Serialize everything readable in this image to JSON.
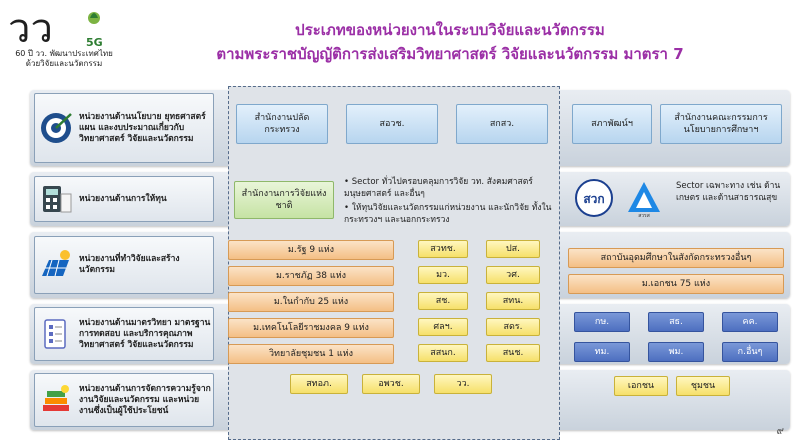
{
  "logo": {
    "mark": "วว",
    "badge": "5G",
    "caption_line1": "60 ปี วว. พัฒนาประเทศไทย",
    "caption_line2": "ด้วยวิจัยและนวัตกรรม"
  },
  "title": {
    "line1": "ประเภทของหน่วยงานในระบบวิจัยและนวัตกรรม",
    "line2": "ตามพระราชบัญญัติการส่งเสริมวิทยาศาสตร์ วิจัยและนวัตกรรม มาตรา 7"
  },
  "categories": [
    {
      "label": "หน่วยงานด้านนโยบาย ยุทธศาสตร์ แผน และงบประมาณเกี่ยวกับวิทยาศาสตร์ วิจัยและนวัตกรรม",
      "icon": "target-icon"
    },
    {
      "label": "หน่วยงานด้านการให้ทุน",
      "icon": "calculator-icon"
    },
    {
      "label": "หน่วยงานที่ทำวิจัยและสร้างนวัตกรรม",
      "icon": "solar-panel-icon"
    },
    {
      "label": "หน่วยงานด้านมาตรวิทยา มาตรฐาน การทดสอบ และบริการคุณภาพวิทยาศาสตร์ วิจัยและนวัตกรรม",
      "icon": "checklist-icon"
    },
    {
      "label": "หน่วยงานด้านการจัดการความรู้จากงานวิจัยและนวัตกรรม และหน่วยงานซึ่งเป็นผู้ใช้ประโยชน์",
      "icon": "books-icon"
    }
  ],
  "policy": {
    "left": [
      "สำนักงานปลัดกระทรวง",
      "สอวช.",
      "สกสว."
    ],
    "right": [
      "สภาพัฒน์ฯ",
      "สำนักงานคณะกรรมการนโยบายการศึกษาฯ"
    ]
  },
  "funding": {
    "main": "สำนักงานการวิจัยแห่งชาติ",
    "note1": "Sector ทั่วไปครอบคลุมการวิจัย วท. สังคมศาสตร์ มนุษยศาสตร์ และอื่นๆ",
    "note2": "ให้ทุนวิจัยและนวัตกรรมแก่หน่วยงาน และนักวิจัย ทั้งในกระทรวงฯ และนอกกระทรวง",
    "sector_note": "Sector เฉพาะทาง เช่น ด้านเกษตร และด้านสาธารณสุข",
    "logo1_text": "สวก",
    "logo2_text": "สวรส"
  },
  "research": {
    "universities": [
      "ม.รัฐ 9 แห่ง",
      "ม.ราชภัฏ 38 แห่ง",
      "ม.ในกำกับ 25 แห่ง",
      "ม.เทคโนโลยีราชมงคล 9 แห่ง",
      "วิทยาลัยชุมชน 1 แห่ง"
    ],
    "agencies_col1": [
      "สวทช.",
      "มว.",
      "สช.",
      "ศลฯ.",
      "สสนก."
    ],
    "agencies_col2": [
      "ปส.",
      "วศ.",
      "สทน.",
      "สดร.",
      "สนช."
    ],
    "right_top": "สถาบันอุดมศึกษาในสังกัดกระทรวงอื่นๆ",
    "right_private": "ม.เอกชน 75 แห่ง",
    "blue_row1": [
      "กษ.",
      "สธ.",
      "คค."
    ],
    "blue_row2": [
      "ทม.",
      "พม.",
      "ก.อื่นๆ"
    ]
  },
  "knowledge": {
    "left": [
      "สทอภ.",
      "อพวช.",
      "วว."
    ],
    "right": [
      "เอกชน",
      "ชุมชน"
    ]
  },
  "page_number": "๙"
}
